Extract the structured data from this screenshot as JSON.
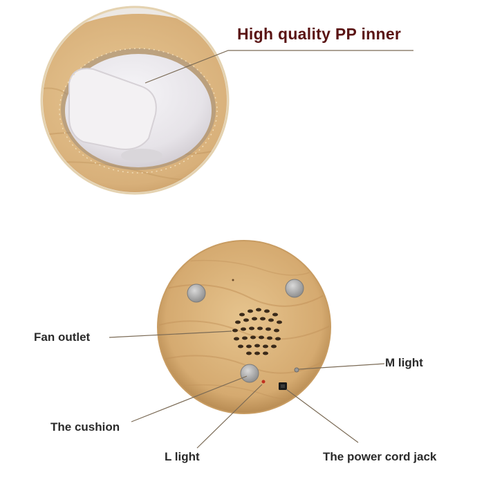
{
  "labels": {
    "pp_inner": "High quality PP inner",
    "fan_outlet": "Fan outlet",
    "m_light": "M light",
    "cushion": "The cushion",
    "l_light": "L light",
    "power_jack": "The power cord jack"
  },
  "colors": {
    "title_text": "#5a1414",
    "label_text": "#2a2a2a",
    "wood_light": "#e2c08c",
    "wood_dark": "#b88a50",
    "pp_inner": "#ecebee",
    "leader_line": "#7a6a55"
  }
}
